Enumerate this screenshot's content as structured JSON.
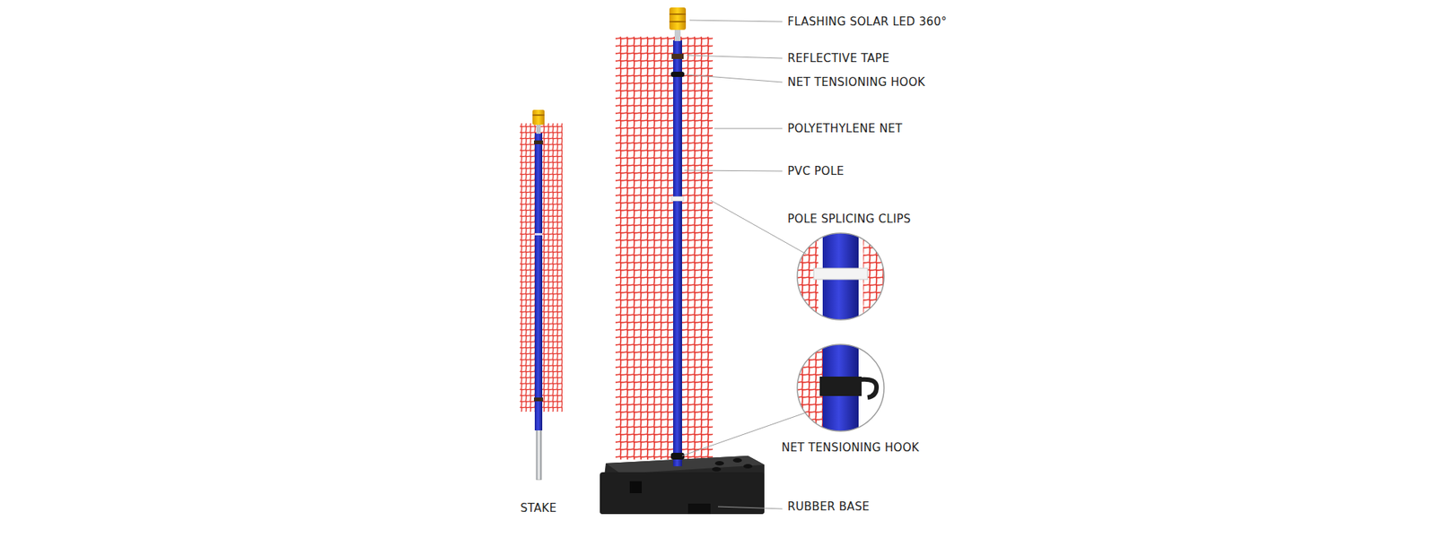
{
  "diagram": {
    "labels": [
      "FLASHING SOLAR LED 360°",
      "REFLECTIVE TAPE",
      "NET TENSIONING HOOK",
      "POLYETHYLENE NET",
      "PVC POLE",
      "POLE SPLICING CLIPS",
      "NET TENSIONING HOOK",
      "STAKE",
      "RUBBER BASE"
    ]
  }
}
